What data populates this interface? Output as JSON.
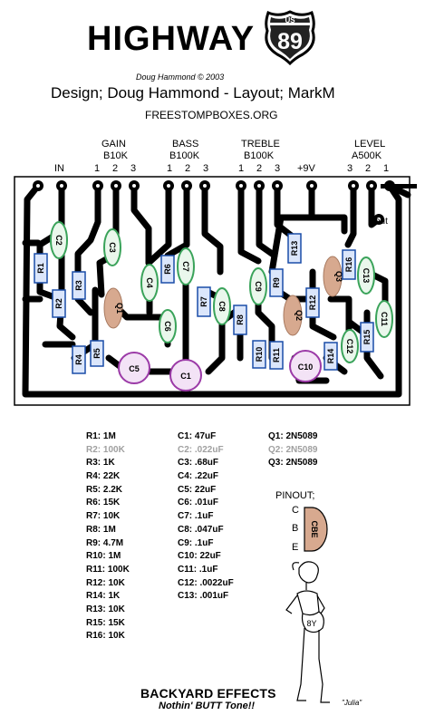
{
  "header": {
    "title": "HIGHWAY",
    "shield_top": "US",
    "shield_number": "89",
    "credit": "Doug Hammond © 2003",
    "design_line": "Design; Doug Hammond - Layout; MarkM",
    "website": "FREESTOMPBOXES.ORG"
  },
  "pots": {
    "in_label": "IN",
    "gain": {
      "name": "GAIN",
      "value": "B10K",
      "pins": [
        "1",
        "2",
        "3"
      ]
    },
    "bass": {
      "name": "BASS",
      "value": "B100K",
      "pins": [
        "1",
        "2",
        "3"
      ]
    },
    "treble": {
      "name": "TREBLE",
      "value": "B100K",
      "pins": [
        "1",
        "2",
        "3"
      ]
    },
    "supply": "+9V",
    "level": {
      "name": "LEVEL",
      "value": "A500K",
      "pins": [
        "3",
        "2",
        "1"
      ]
    }
  },
  "board_labels": {
    "out": "out",
    "R1": "R1",
    "R2": "R2",
    "R3": "R3",
    "R4": "R4",
    "R5": "R5",
    "R6": "R6",
    "R7": "R7",
    "R8": "R8",
    "R9": "R9",
    "R10": "R10",
    "R11": "R11",
    "R12": "R12",
    "R13": "R13",
    "R14": "R14",
    "R15": "R15",
    "R16": "R16",
    "C1": "C1",
    "C2": "C2",
    "C3": "C3",
    "C4": "C4",
    "C5": "C5",
    "C6": "C6",
    "C7": "C7",
    "C8": "C8",
    "C9": "C9",
    "C10": "C10",
    "C11": "C11",
    "C12": "C12",
    "C13": "C13",
    "Q1": "Q1",
    "Q2": "Q2",
    "Q3": "Q3"
  },
  "resistors": [
    "R1: 1M",
    "R2: 100K",
    "R3: 1K",
    "R4: 22K",
    "R5: 2.2K",
    "R6: 15K",
    "R7: 10K",
    "R8: 1M",
    "R9: 4.7M",
    "R10: 1M",
    "R11: 100K",
    "R12: 10K",
    "R14: 1K",
    "R13: 10K",
    "R15: 15K",
    "R16: 10K"
  ],
  "capacitors": [
    "C1: 47uF",
    "C2: .022uF",
    "C3: .68uF",
    "C4: .22uF",
    "C5: 22uF",
    "C6: .01uF",
    "C7: .1uF",
    "C8: .047uF",
    "C9: .1uF",
    "C10: 22uF",
    "C11: .1uF",
    "C12: .0022uF",
    "C13: .001uF"
  ],
  "transistors": [
    "Q1: 2N5089",
    "Q2: 2N5089",
    "Q3: 2N5089"
  ],
  "pinout": {
    "title": "PINOUT;",
    "pins": [
      "C",
      "B",
      "E"
    ],
    "body": "CBE"
  },
  "figure_text": "8Y",
  "footer": {
    "brand": "BACKYARD EFFECTS",
    "tagline": "Nothin' BUTT Tone!!",
    "signature": "\"Julia\""
  }
}
